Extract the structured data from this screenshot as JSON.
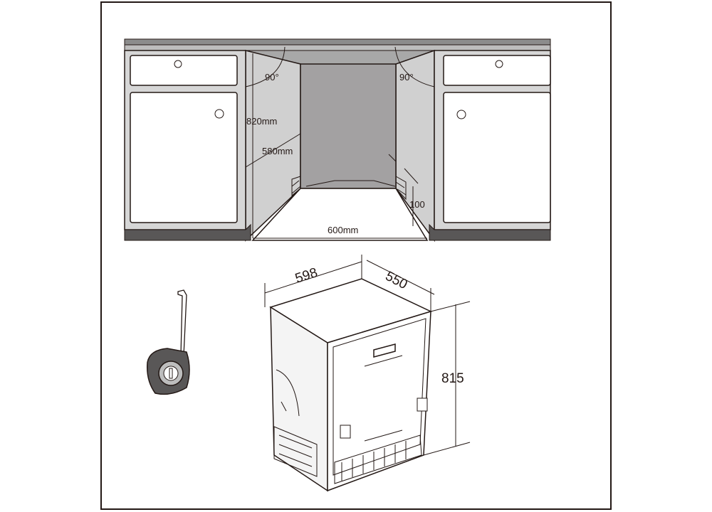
{
  "niche": {
    "angle_left": "90°",
    "angle_right": "90°",
    "height": "820mm",
    "depth": "580mm",
    "plinth_height": "100",
    "width": "600mm"
  },
  "dishwasher": {
    "width": "598",
    "depth": "550",
    "height": "815"
  },
  "colors": {
    "stroke": "#231815",
    "cabinet_side": "#d0d0d0",
    "back_wall": "#a3a1a2",
    "counter": "#9e9e9e",
    "plinth": "#595757"
  }
}
